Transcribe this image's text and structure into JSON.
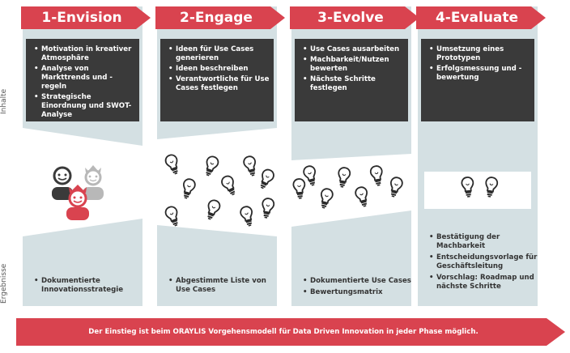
{
  "side_labels": {
    "top": "Inhalte",
    "bottom": "Ergebnisse"
  },
  "colors": {
    "accent": "#d9434f",
    "column_bg": "#d4e0e3",
    "box_bg": "#3a3a3a"
  },
  "phases": [
    {
      "title": "1-Envision",
      "contents": [
        "Motivation in kreativer Atmosphäre",
        "Analyse von Markttrends und -regeln",
        "Strategische Einordnung und SWOT-Analyse"
      ],
      "results": [
        "Dokumentierte Innovationsstrategie"
      ],
      "visual": "people-icon"
    },
    {
      "title": "2-Engage",
      "contents": [
        "Ideen für Use Cases generieren",
        "Ideen beschreiben",
        "Verantwortliche für Use Cases festlegen"
      ],
      "results": [
        "Abgestimmte Liste von Use Cases"
      ],
      "visual": "lightbulb-icon",
      "bulb_count": 10
    },
    {
      "title": "3-Evolve",
      "contents": [
        "Use Cases ausarbeiten",
        "Machbarkeit/Nutzen bewerten",
        "Nächste Schritte festlegen"
      ],
      "results": [
        "Dokumentierte Use Cases",
        "Bewertungsmatrix"
      ],
      "visual": "lightbulb-icon",
      "bulb_count": 7
    },
    {
      "title": "4-Evaluate",
      "contents": [
        "Umsetzung eines Prototypen",
        "Erfolgsmessung und -bewertung"
      ],
      "results": [
        "Bestätigung der Machbarkeit",
        "Entscheidungsvorlage für Geschäftsleitung",
        "Vorschlag: Roadmap und nächste Schritte"
      ],
      "visual": "lightbulb-icon",
      "bulb_count": 2
    }
  ],
  "banner": "Der Einstieg ist beim ORAYLIS Vorgehensmodell für Data Driven Innovation in jeder Phase möglich."
}
